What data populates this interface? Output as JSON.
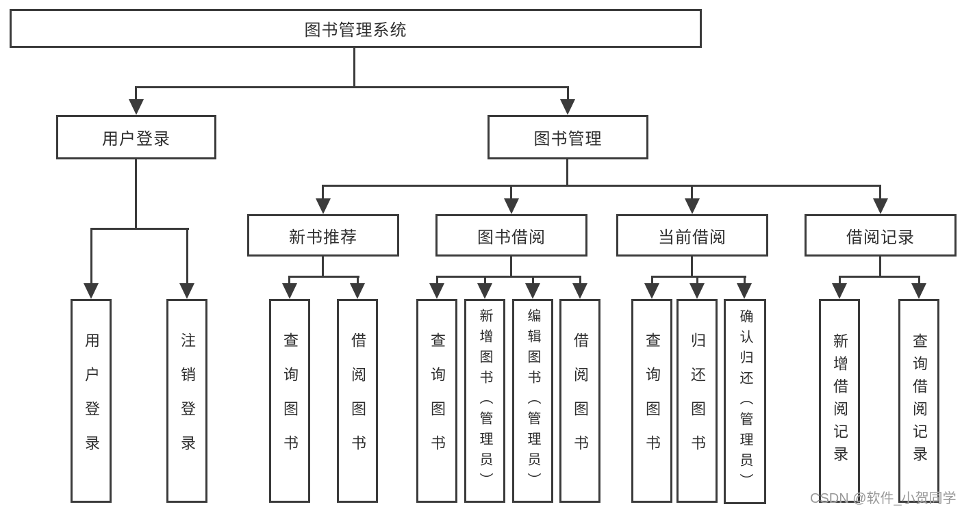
{
  "tree": {
    "root": {
      "label": "图书管理系统",
      "children": [
        {
          "label": "用户登录",
          "children": [
            {
              "label": "用户登录"
            },
            {
              "label": "注销登录"
            }
          ]
        },
        {
          "label": "图书管理",
          "children": [
            {
              "label": "新书推荐",
              "children": [
                {
                  "label": "查询图书"
                },
                {
                  "label": "借阅图书"
                }
              ]
            },
            {
              "label": "图书借阅",
              "children": [
                {
                  "label": "查询图书"
                },
                {
                  "label": "新增图书（管理员）"
                },
                {
                  "label": "编辑图书（管理员）"
                },
                {
                  "label": "借阅图书"
                }
              ]
            },
            {
              "label": "当前借阅",
              "children": [
                {
                  "label": "查询图书"
                },
                {
                  "label": "归还图书"
                },
                {
                  "label": "确认归还（管理员）"
                }
              ]
            },
            {
              "label": "借阅记录",
              "children": [
                {
                  "label": "新增借阅记录"
                },
                {
                  "label": "查询借阅记录"
                }
              ]
            }
          ]
        }
      ]
    }
  },
  "colors": {
    "line": "#3b3b3b",
    "text": "#2e2e2e",
    "watermark_gray": "#9a9a9a",
    "background": "#ffffff"
  },
  "watermark": {
    "text": "CSDN @软件_小贺同学"
  }
}
